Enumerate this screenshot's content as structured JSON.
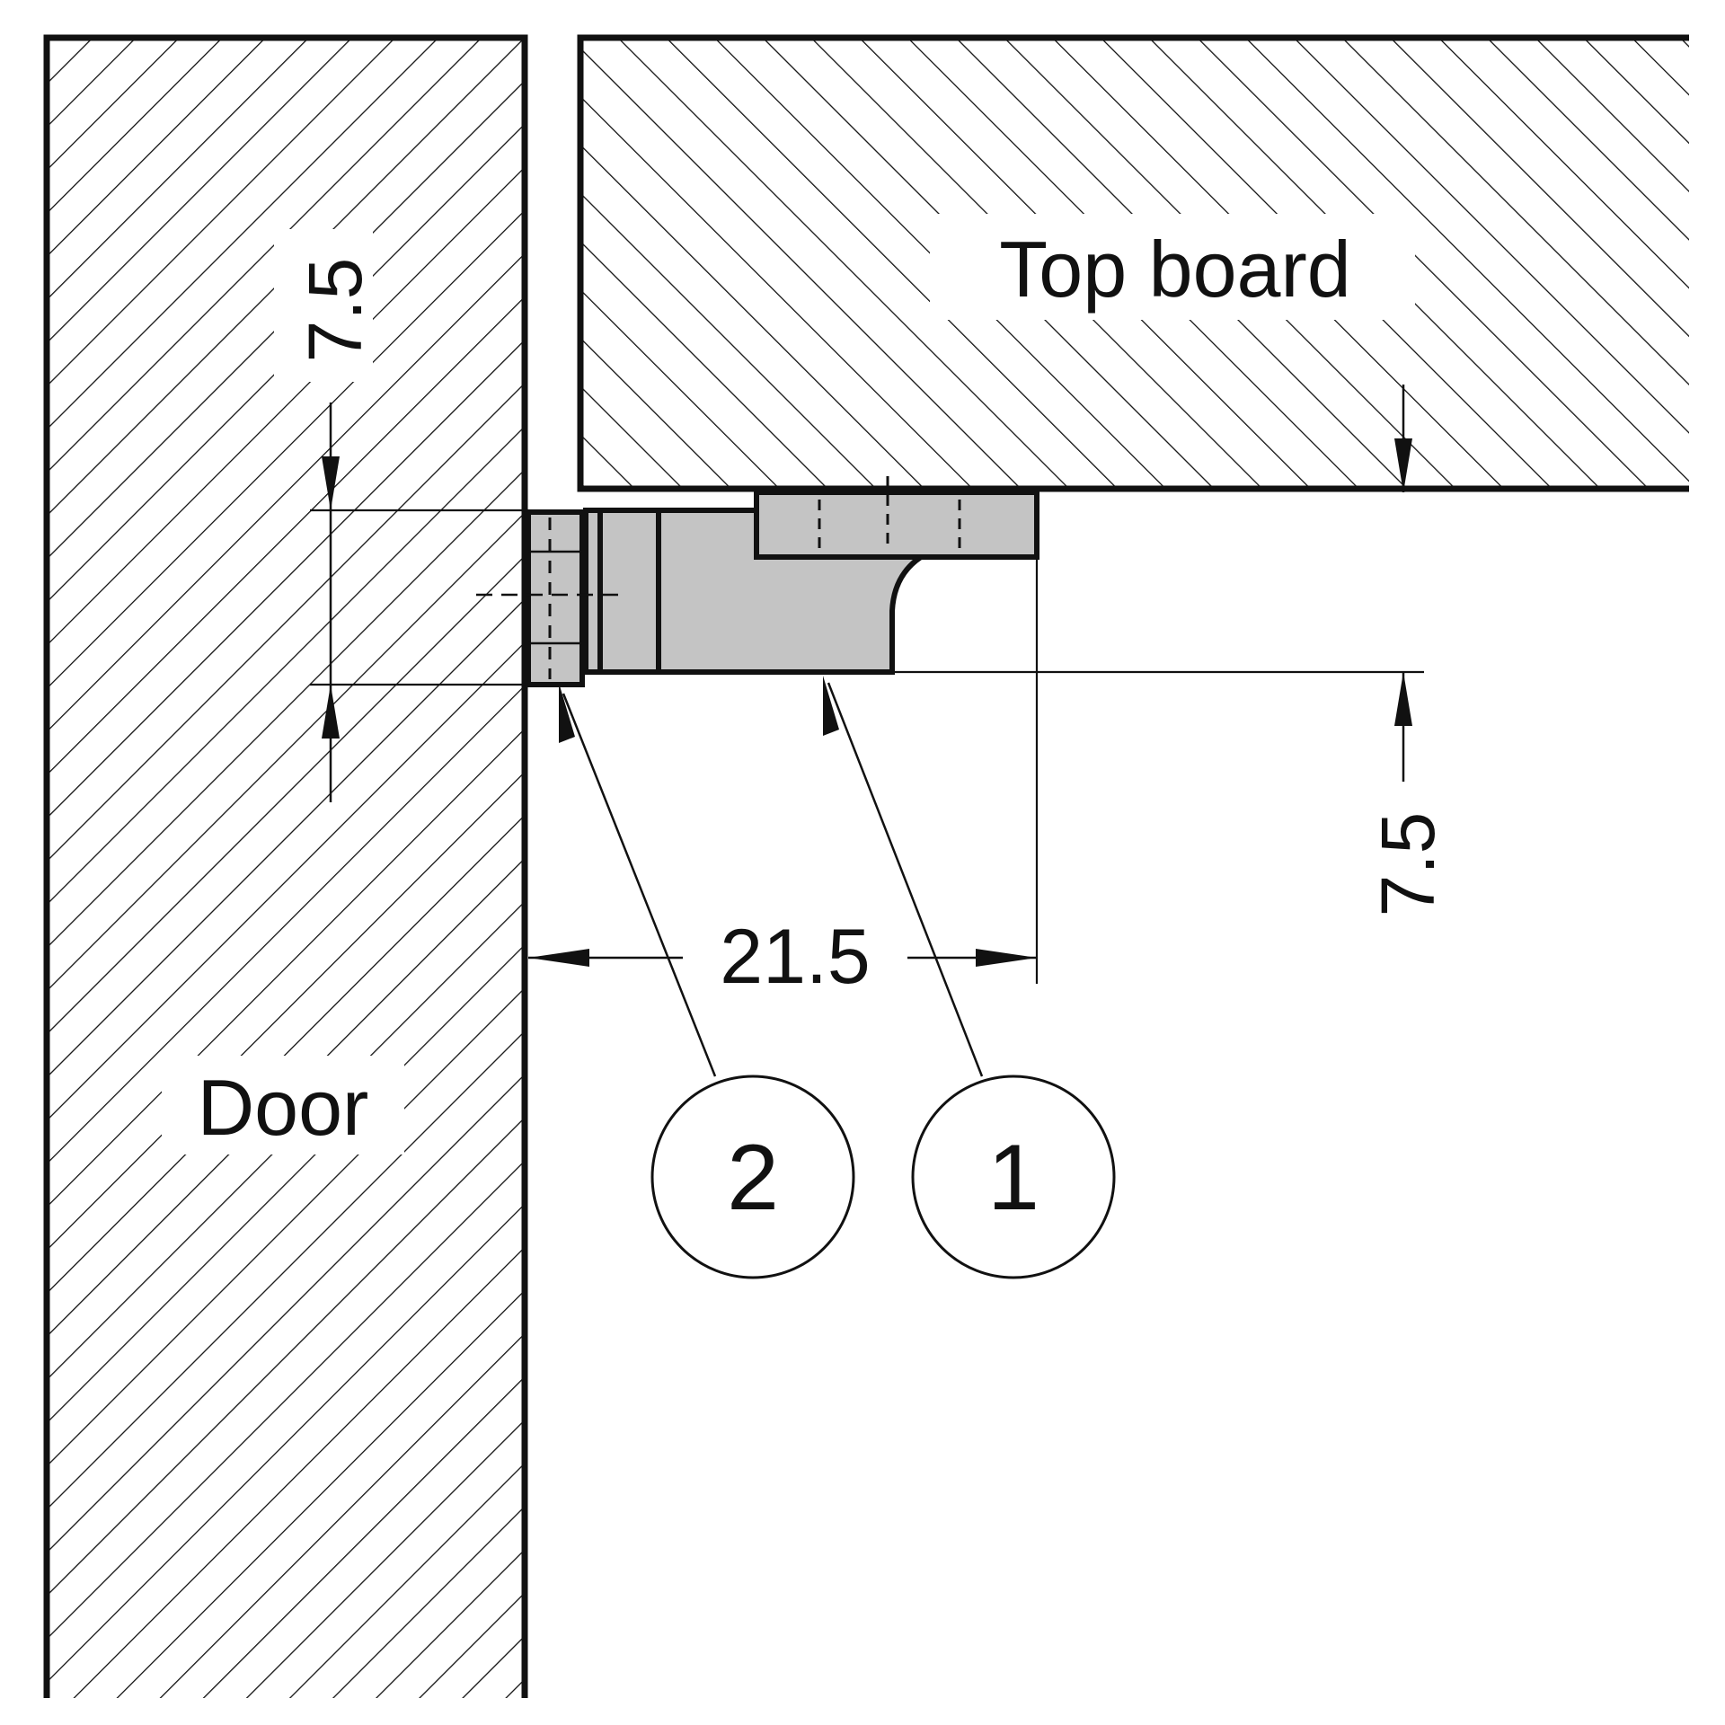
{
  "labels": {
    "door": "Door",
    "top_board": "Top board"
  },
  "dimensions": {
    "gap_left": "7.5",
    "gap_right": "7.5",
    "depth": "21.5"
  },
  "callouts": {
    "part_1": "1",
    "part_2": "2"
  },
  "colors": {
    "line": "#111111",
    "part_fill": "#c4c4c4",
    "background": "#ffffff"
  }
}
